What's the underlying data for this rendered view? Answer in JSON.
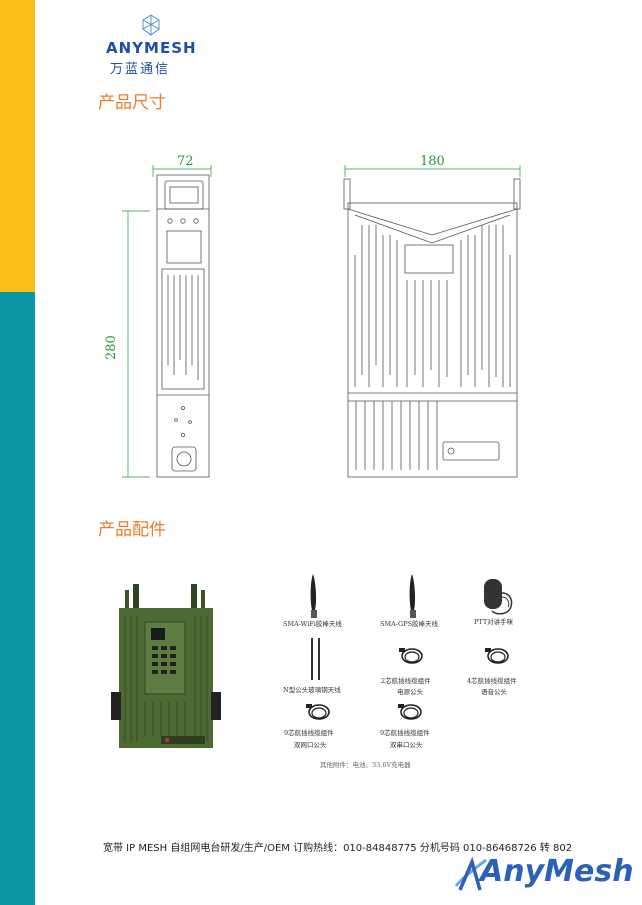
{
  "logo": {
    "brand_en": "ANYMESH",
    "brand_cn": "万蓝通信"
  },
  "sections": {
    "size_title": "产品尺寸",
    "accessories_title": "产品配件"
  },
  "dimensions": {
    "width_side": "72",
    "height_side": "280",
    "width_front": "180"
  },
  "accessories": [
    {
      "label": "SMA-WiFi胶棒天线",
      "icon": "rubber-antenna-icon"
    },
    {
      "label": "SMA-GPS胶棒天线",
      "icon": "rubber-antenna-icon"
    },
    {
      "label": "PTT对讲手咪",
      "icon": "ptt-mic-icon"
    },
    {
      "label": "N型公头玻璃钢天线",
      "icon": "fiberglass-antenna-icon"
    },
    {
      "label": "2芯航插线缆组件",
      "sublabel": "电源公头",
      "icon": "cable-icon"
    },
    {
      "label": "4芯航插线缆组件",
      "sublabel": "语音公头",
      "icon": "cable-icon"
    },
    {
      "label": "9芯航插线缆组件",
      "sublabel": "双网口公头",
      "icon": "cable-icon"
    },
    {
      "label": "9芯航插线缆组件",
      "sublabel": "双串口公头",
      "icon": "cable-icon"
    }
  ],
  "accessory_note": "其他附件：电池、33.6V充电器",
  "footer": {
    "text": "宽带 IP MESH 自组网电台研发/生产/OEM  订购热线：010-84848775  分机号码 010-86468726 转 802"
  },
  "brand": {
    "name": "AnyMesh"
  },
  "colors": {
    "yellow": "#f7bf17",
    "teal": "#0d97a4",
    "orange": "#e87d2c",
    "blue": "#2a62b8",
    "dim_green": "#1f9a3a",
    "device_green": "#4e6a34"
  }
}
